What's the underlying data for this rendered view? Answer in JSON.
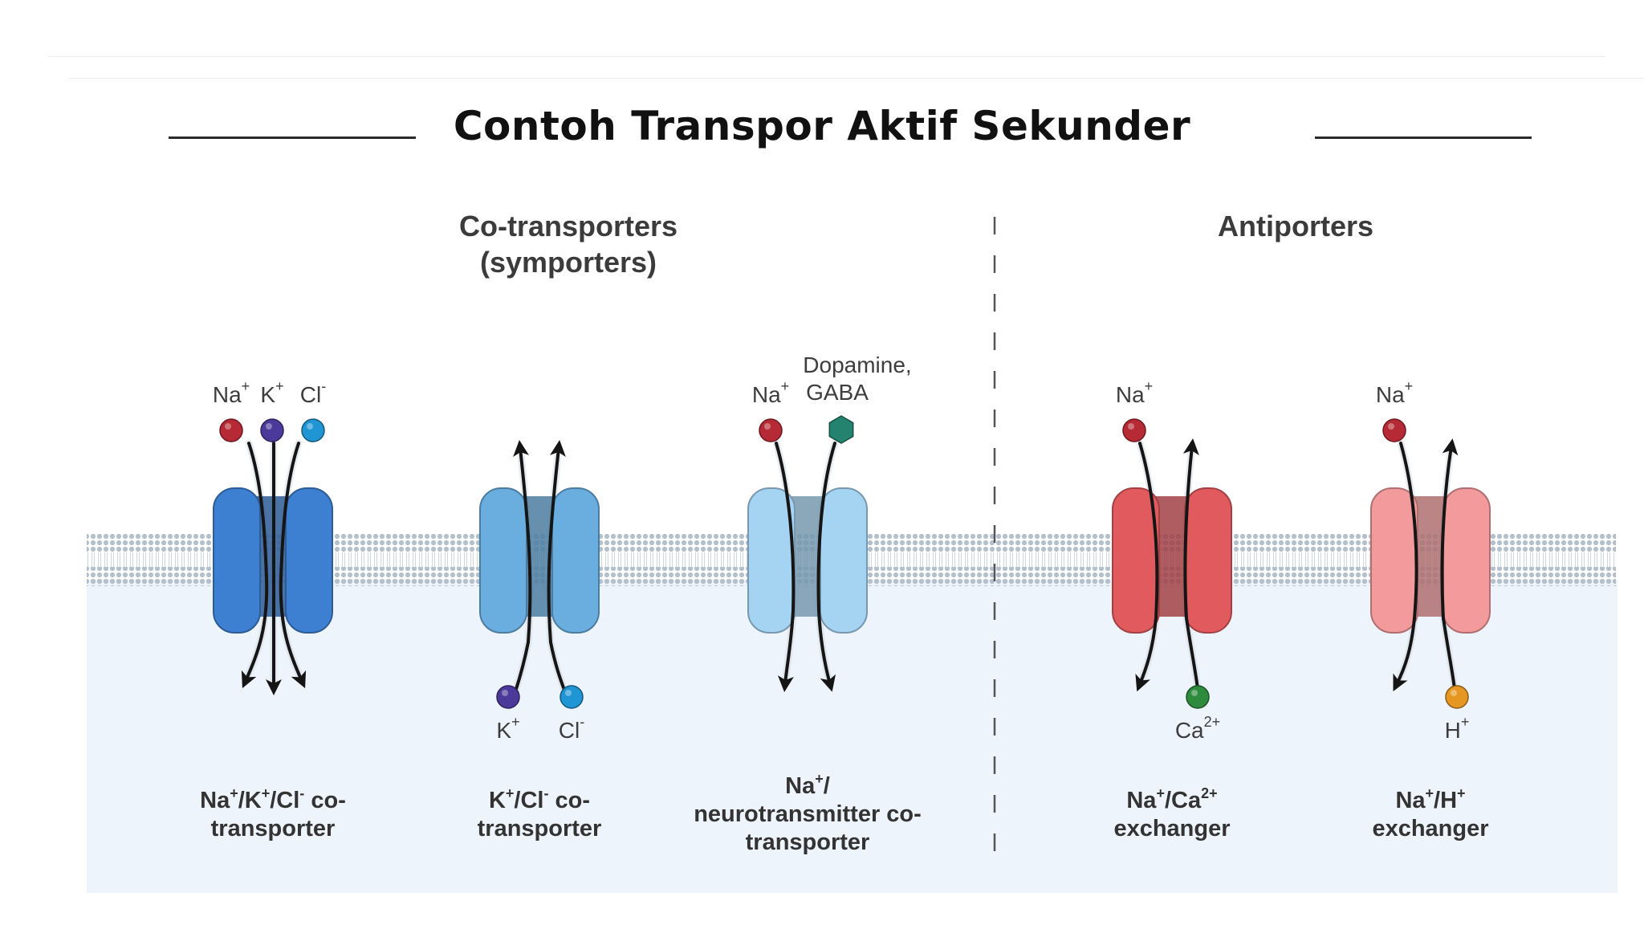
{
  "title": "Contoh Transpor Aktif Sekunder",
  "sections": {
    "cotransporters": {
      "line1": "Co-transporters",
      "line2": "(symporters)"
    },
    "antiporters": {
      "label": "Antiporters"
    }
  },
  "colors": {
    "na": "#b52a34",
    "k": "#4b3a9a",
    "cl": "#1f95d4",
    "ca": "#2e8b3e",
    "h": "#e69722",
    "neurotransmitter": "#23836e",
    "membrane_head": "#b3c0cc",
    "cytoplasm": "#eef4fc"
  },
  "transporters": [
    {
      "name": "Na+/K+/Cl- co-transporter",
      "color": "#3d7fd0",
      "top_ions": [
        {
          "base": "Na",
          "charge": "+"
        },
        {
          "base": "K",
          "charge": "+"
        },
        {
          "base": "Cl",
          "charge": "-"
        }
      ],
      "bottom_ions": [],
      "caption": [
        [
          {
            "b": "Na"
          },
          {
            "s": "+"
          },
          {
            "b": "/K"
          },
          {
            "s": "+"
          },
          {
            "b": "/Cl"
          },
          {
            "s": "-"
          },
          {
            "b": " co-"
          }
        ],
        [
          {
            "b": "transporter"
          }
        ]
      ]
    },
    {
      "name": "K+/Cl- co-transporter",
      "color": "#6aaee0",
      "top_ions": [],
      "bottom_ions": [
        {
          "base": "K",
          "charge": "+"
        },
        {
          "base": "Cl",
          "charge": "-"
        }
      ],
      "caption": [
        [
          {
            "b": "K"
          },
          {
            "s": "+"
          },
          {
            "b": "/Cl"
          },
          {
            "s": "-"
          },
          {
            "b": " co-"
          }
        ],
        [
          {
            "b": "transporter"
          }
        ]
      ]
    },
    {
      "name": "Na+/neurotransmitter co-transporter",
      "color": "#a5d3f2",
      "top_ions": [
        {
          "base": "Na",
          "charge": "+"
        }
      ],
      "top_molecule": {
        "line1": "Dopamine,",
        "line2": "GABA"
      },
      "bottom_ions": [],
      "caption": [
        [
          {
            "b": "Na"
          },
          {
            "s": "+"
          },
          {
            "b": "/"
          }
        ],
        [
          {
            "b": "neurotransmitter co-"
          }
        ],
        [
          {
            "b": "transporter"
          }
        ]
      ]
    },
    {
      "name": "Na+/Ca2+ exchanger",
      "color": "#e05a5e",
      "top_ions": [
        {
          "base": "Na",
          "charge": "+"
        }
      ],
      "bottom_ions": [
        {
          "base": "Ca",
          "charge": "2+"
        }
      ],
      "caption": [
        [
          {
            "b": "Na"
          },
          {
            "s": "+"
          },
          {
            "b": "/Ca"
          },
          {
            "s": "2+"
          }
        ],
        [
          {
            "b": "exchanger"
          }
        ]
      ]
    },
    {
      "name": "Na+/H+ exchanger",
      "color": "#f39a9c",
      "top_ions": [
        {
          "base": "Na",
          "charge": "+"
        }
      ],
      "bottom_ions": [
        {
          "base": "H",
          "charge": "+"
        }
      ],
      "caption": [
        [
          {
            "b": "Na"
          },
          {
            "s": "+"
          },
          {
            "b": "/H"
          },
          {
            "s": "+"
          }
        ],
        [
          {
            "b": "exchanger"
          }
        ]
      ]
    }
  ]
}
